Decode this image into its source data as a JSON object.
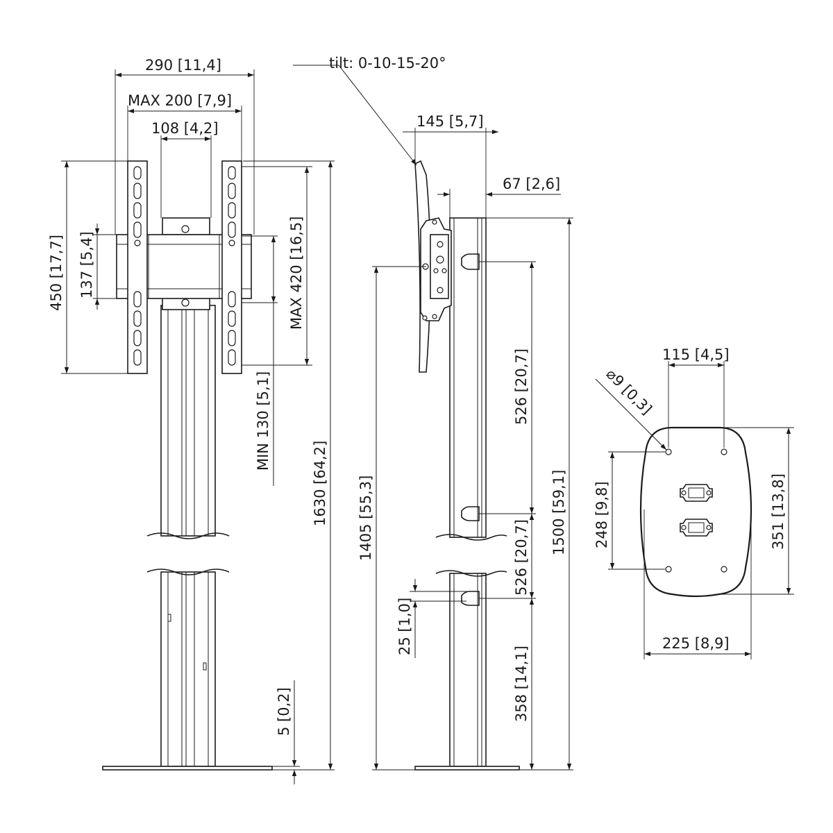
{
  "front_view": {
    "width_outer": "290",
    "width_outer_in": "11,4",
    "vesa_max_h": "MAX 200",
    "vesa_max_h_in": "7,9",
    "rail_spacing": "108",
    "rail_spacing_in": "4,2",
    "height_total": "450",
    "height_total_in": "17,7",
    "bracket_height": "137",
    "bracket_height_in": "5,4",
    "vesa_max_v": "MAX 420",
    "vesa_max_v_in": "16,5",
    "min_height": "MIN 130",
    "min_height_in": "5,1",
    "overall_height": "1630",
    "overall_height_in": "64,2",
    "base_thickness": "5",
    "base_thickness_in": "0,2"
  },
  "side_view": {
    "tilt_label": "tilt: 0-10-15-20°",
    "depth": "145",
    "depth_in": "5,7",
    "offset": "67",
    "offset_in": "2,6",
    "center_height": "1405",
    "center_height_in": "55,3",
    "column_height": "1500",
    "column_height_in": "59,1",
    "hole_spacing_1": "526",
    "hole_spacing_1_in": "20,7",
    "hole_spacing_2": "526",
    "hole_spacing_2_in": "20,7",
    "slot_height": "25",
    "slot_height_in": "1,0",
    "bottom_hole": "358",
    "bottom_hole_in": "14,1"
  },
  "base_plate": {
    "hole_diameter": "⌀9",
    "hole_diameter_in": "0,3",
    "hole_spacing_x": "115",
    "hole_spacing_x_in": "4,5",
    "hole_spacing_y": "248",
    "hole_spacing_y_in": "9,8",
    "plate_depth": "351",
    "plate_depth_in": "13,8",
    "plate_width": "225",
    "plate_width_in": "8,9"
  }
}
